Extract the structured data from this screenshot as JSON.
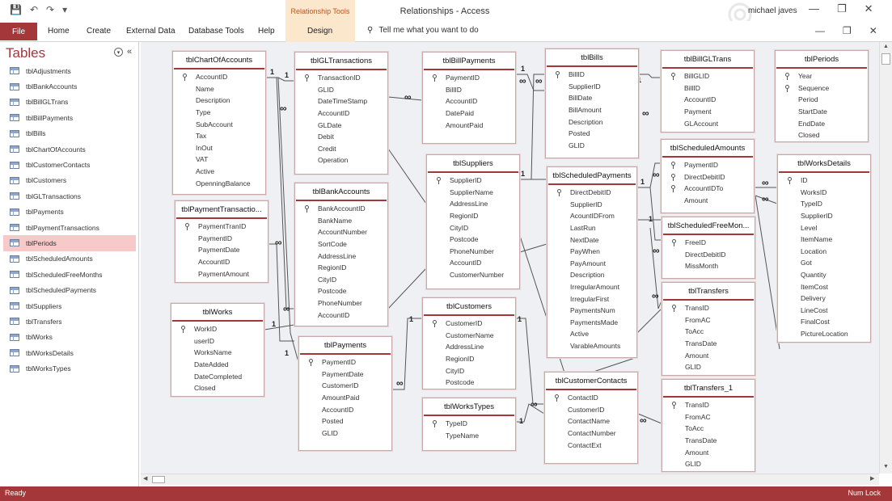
{
  "window": {
    "title": "Relationships  -  Access",
    "context_tool": "Relationship Tools",
    "user": "michael javes"
  },
  "ribbon": {
    "tabs": [
      "File",
      "Home",
      "Create",
      "External Data",
      "Database Tools",
      "Help",
      "Design"
    ],
    "tell_me": "Tell me what you want to do"
  },
  "nav": {
    "title": "Tables",
    "selected": "tblPeriods",
    "items": [
      "tblAdjustments",
      "tblBankAccounts",
      "tblBillGLTrans",
      "tblBillPayments",
      "tblBills",
      "tblChartOfAccounts",
      "tblCustomerContacts",
      "tblCustomers",
      "tblGLTransactions",
      "tblPayments",
      "tblPaymentTransactions",
      "tblPeriods",
      "tblScheduledAmounts",
      "tblScheduledFreeMonths",
      "tblScheduledPayments",
      "tblSuppliers",
      "tblTransfers",
      "tblWorks",
      "tblWorksDetails",
      "tblWorksTypes"
    ]
  },
  "tables": [
    {
      "name": "tblChartOfAccounts",
      "keys": [
        "AccountID"
      ],
      "fields": [
        "AccountID",
        "Name",
        "Description",
        "Type",
        "SubAccount",
        "Tax",
        "InOut",
        "VAT",
        "Active",
        "OpenningBalance"
      ]
    },
    {
      "name": "tblGLTransactions",
      "keys": [
        "TransactionID"
      ],
      "fields": [
        "TransactionID",
        "GLID",
        "DateTimeStamp",
        "AccountID",
        "GLDate",
        "Debit",
        "Credit",
        "Operation"
      ]
    },
    {
      "name": "tblBillPayments",
      "keys": [
        "PaymentID"
      ],
      "fields": [
        "PaymentID",
        "BillID",
        "AccountID",
        "DatePaid",
        "AmountPaid"
      ]
    },
    {
      "name": "tblBills",
      "keys": [
        "BillID"
      ],
      "fields": [
        "BillID",
        "SupplierID",
        "BillDate",
        "BillAmount",
        "Description",
        "Posted",
        "GLID"
      ]
    },
    {
      "name": "tblBillGLTrans",
      "keys": [
        "BillGLID"
      ],
      "fields": [
        "BillGLID",
        "BillID",
        "AccountID",
        "Payment",
        "GLAccount"
      ]
    },
    {
      "name": "tblPeriods",
      "keys": [
        "Year",
        "Sequence"
      ],
      "fields": [
        "Year",
        "Sequence",
        "Period",
        "StartDate",
        "EndDate",
        "Closed"
      ]
    },
    {
      "name": "tblScheduledAmounts",
      "keys": [
        "PaymentID",
        "DirectDebitID",
        "AccountIDTo"
      ],
      "fields": [
        "PaymentID",
        "DirectDebitID",
        "AccountIDTo",
        "Amount"
      ]
    },
    {
      "name": "tblWorksDetails",
      "keys": [
        "ID"
      ],
      "fields": [
        "ID",
        "WorksID",
        "TypeID",
        "SupplierID",
        "Level",
        "ItemName",
        "Location",
        "Got",
        "Quantity",
        "ItemCost",
        "Delivery",
        "LineCost",
        "FinalCost",
        "PictureLocation"
      ]
    },
    {
      "name": "tblBankAccounts",
      "keys": [
        "BankAccountID"
      ],
      "fields": [
        "BankAccountID",
        "BankName",
        "AccountNumber",
        "SortCode",
        "AddressLine",
        "RegionID",
        "CityID",
        "Postcode",
        "PhoneNumber",
        "AccountID"
      ]
    },
    {
      "name": "tblSuppliers",
      "keys": [
        "SupplierID"
      ],
      "fields": [
        "SupplierID",
        "SupplierName",
        "AddressLine",
        "RegionID",
        "CityID",
        "Postcode",
        "PhoneNumber",
        "AccountID",
        "CustomerNumber"
      ]
    },
    {
      "name": "tblScheduledPayments",
      "keys": [
        "DirectDebitID"
      ],
      "fields": [
        "DirectDebitID",
        "SupplierID",
        "AcountIDFrom",
        "LastRun",
        "NextDate",
        "PayWhen",
        "PayAmount",
        "Description",
        "IrregularAmount",
        "IrregularFirst",
        "PaymentsNum",
        "PaymentsMade",
        "Active",
        "VarableAmounts"
      ]
    },
    {
      "name": "tblScheduledFreeMon...",
      "keys": [
        "FreeID"
      ],
      "fields": [
        "FreeID",
        "DirectDebitID",
        "MissMonth"
      ]
    },
    {
      "name": "tblPaymentTransactio...",
      "keys": [
        "PaymentTranID"
      ],
      "fields": [
        "PaymentTranID",
        "PaymentID",
        "PaymentDate",
        "AccountID",
        "PaymentAmount"
      ]
    },
    {
      "name": "tblWorks",
      "keys": [
        "WorkID"
      ],
      "fields": [
        "WorkID",
        "userID",
        "WorksName",
        "DateAdded",
        "DateCompleted",
        "Closed"
      ]
    },
    {
      "name": "tblPayments",
      "keys": [
        "PaymentID"
      ],
      "fields": [
        "PaymentID",
        "PaymentDate",
        "CustomerID",
        "AmountPaid",
        "AccountID",
        "Posted",
        "GLID"
      ]
    },
    {
      "name": "tblCustomers",
      "keys": [
        "CustomerID"
      ],
      "fields": [
        "CustomerID",
        "CustomerName",
        "AddressLine",
        "RegionID",
        "CityID",
        "Postcode"
      ]
    },
    {
      "name": "tblWorksTypes",
      "keys": [
        "TypeID"
      ],
      "fields": [
        "TypeID",
        "TypeName"
      ]
    },
    {
      "name": "tblCustomerContacts",
      "keys": [
        "ContactID"
      ],
      "fields": [
        "ContactID",
        "CustomerID",
        "ContactName",
        "ContactNumber",
        "ContactExt"
      ]
    },
    {
      "name": "tblTransfers",
      "keys": [
        "TransID"
      ],
      "fields": [
        "TransID",
        "FromAC",
        "ToAcc",
        "TransDate",
        "Amount",
        "GLID"
      ]
    },
    {
      "name": "tblTransfers_1",
      "keys": [
        "TransID"
      ],
      "fields": [
        "TransID",
        "FromAC",
        "ToAcc",
        "TransDate",
        "Amount",
        "GLID"
      ]
    }
  ],
  "relationship_labels": {
    "one": "1",
    "many": "∞"
  },
  "status": {
    "left": "Ready",
    "right": "Num Lock"
  },
  "colors": {
    "accent": "#a4373a",
    "context": "#fbe7cc",
    "selected": "#f7c9c9"
  }
}
